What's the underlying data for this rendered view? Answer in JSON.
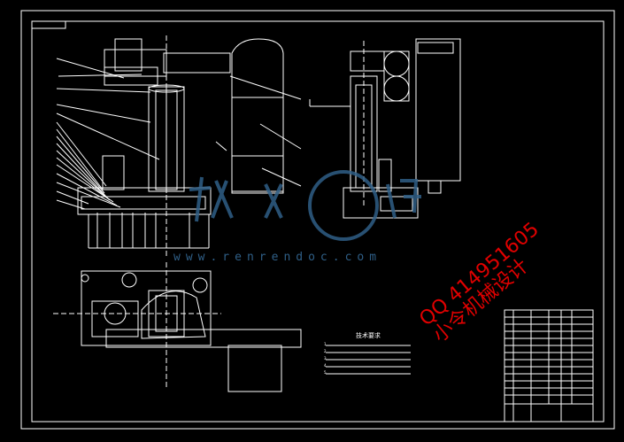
{
  "watermark": {
    "url": "www.renrendoc.com",
    "logo_text": "人人文库"
  },
  "overlay": {
    "qq_line": "QQ 414951605",
    "shop_line": "小令机械设计"
  },
  "tech_requirements": {
    "title": "技术要求",
    "items": [
      "1.",
      "2.",
      "3.",
      "4.",
      "5."
    ]
  },
  "colors": {
    "background": "#000000",
    "linework": "#ffffff",
    "watermark": "#2f5f87",
    "overlay_text": "#e00000"
  }
}
